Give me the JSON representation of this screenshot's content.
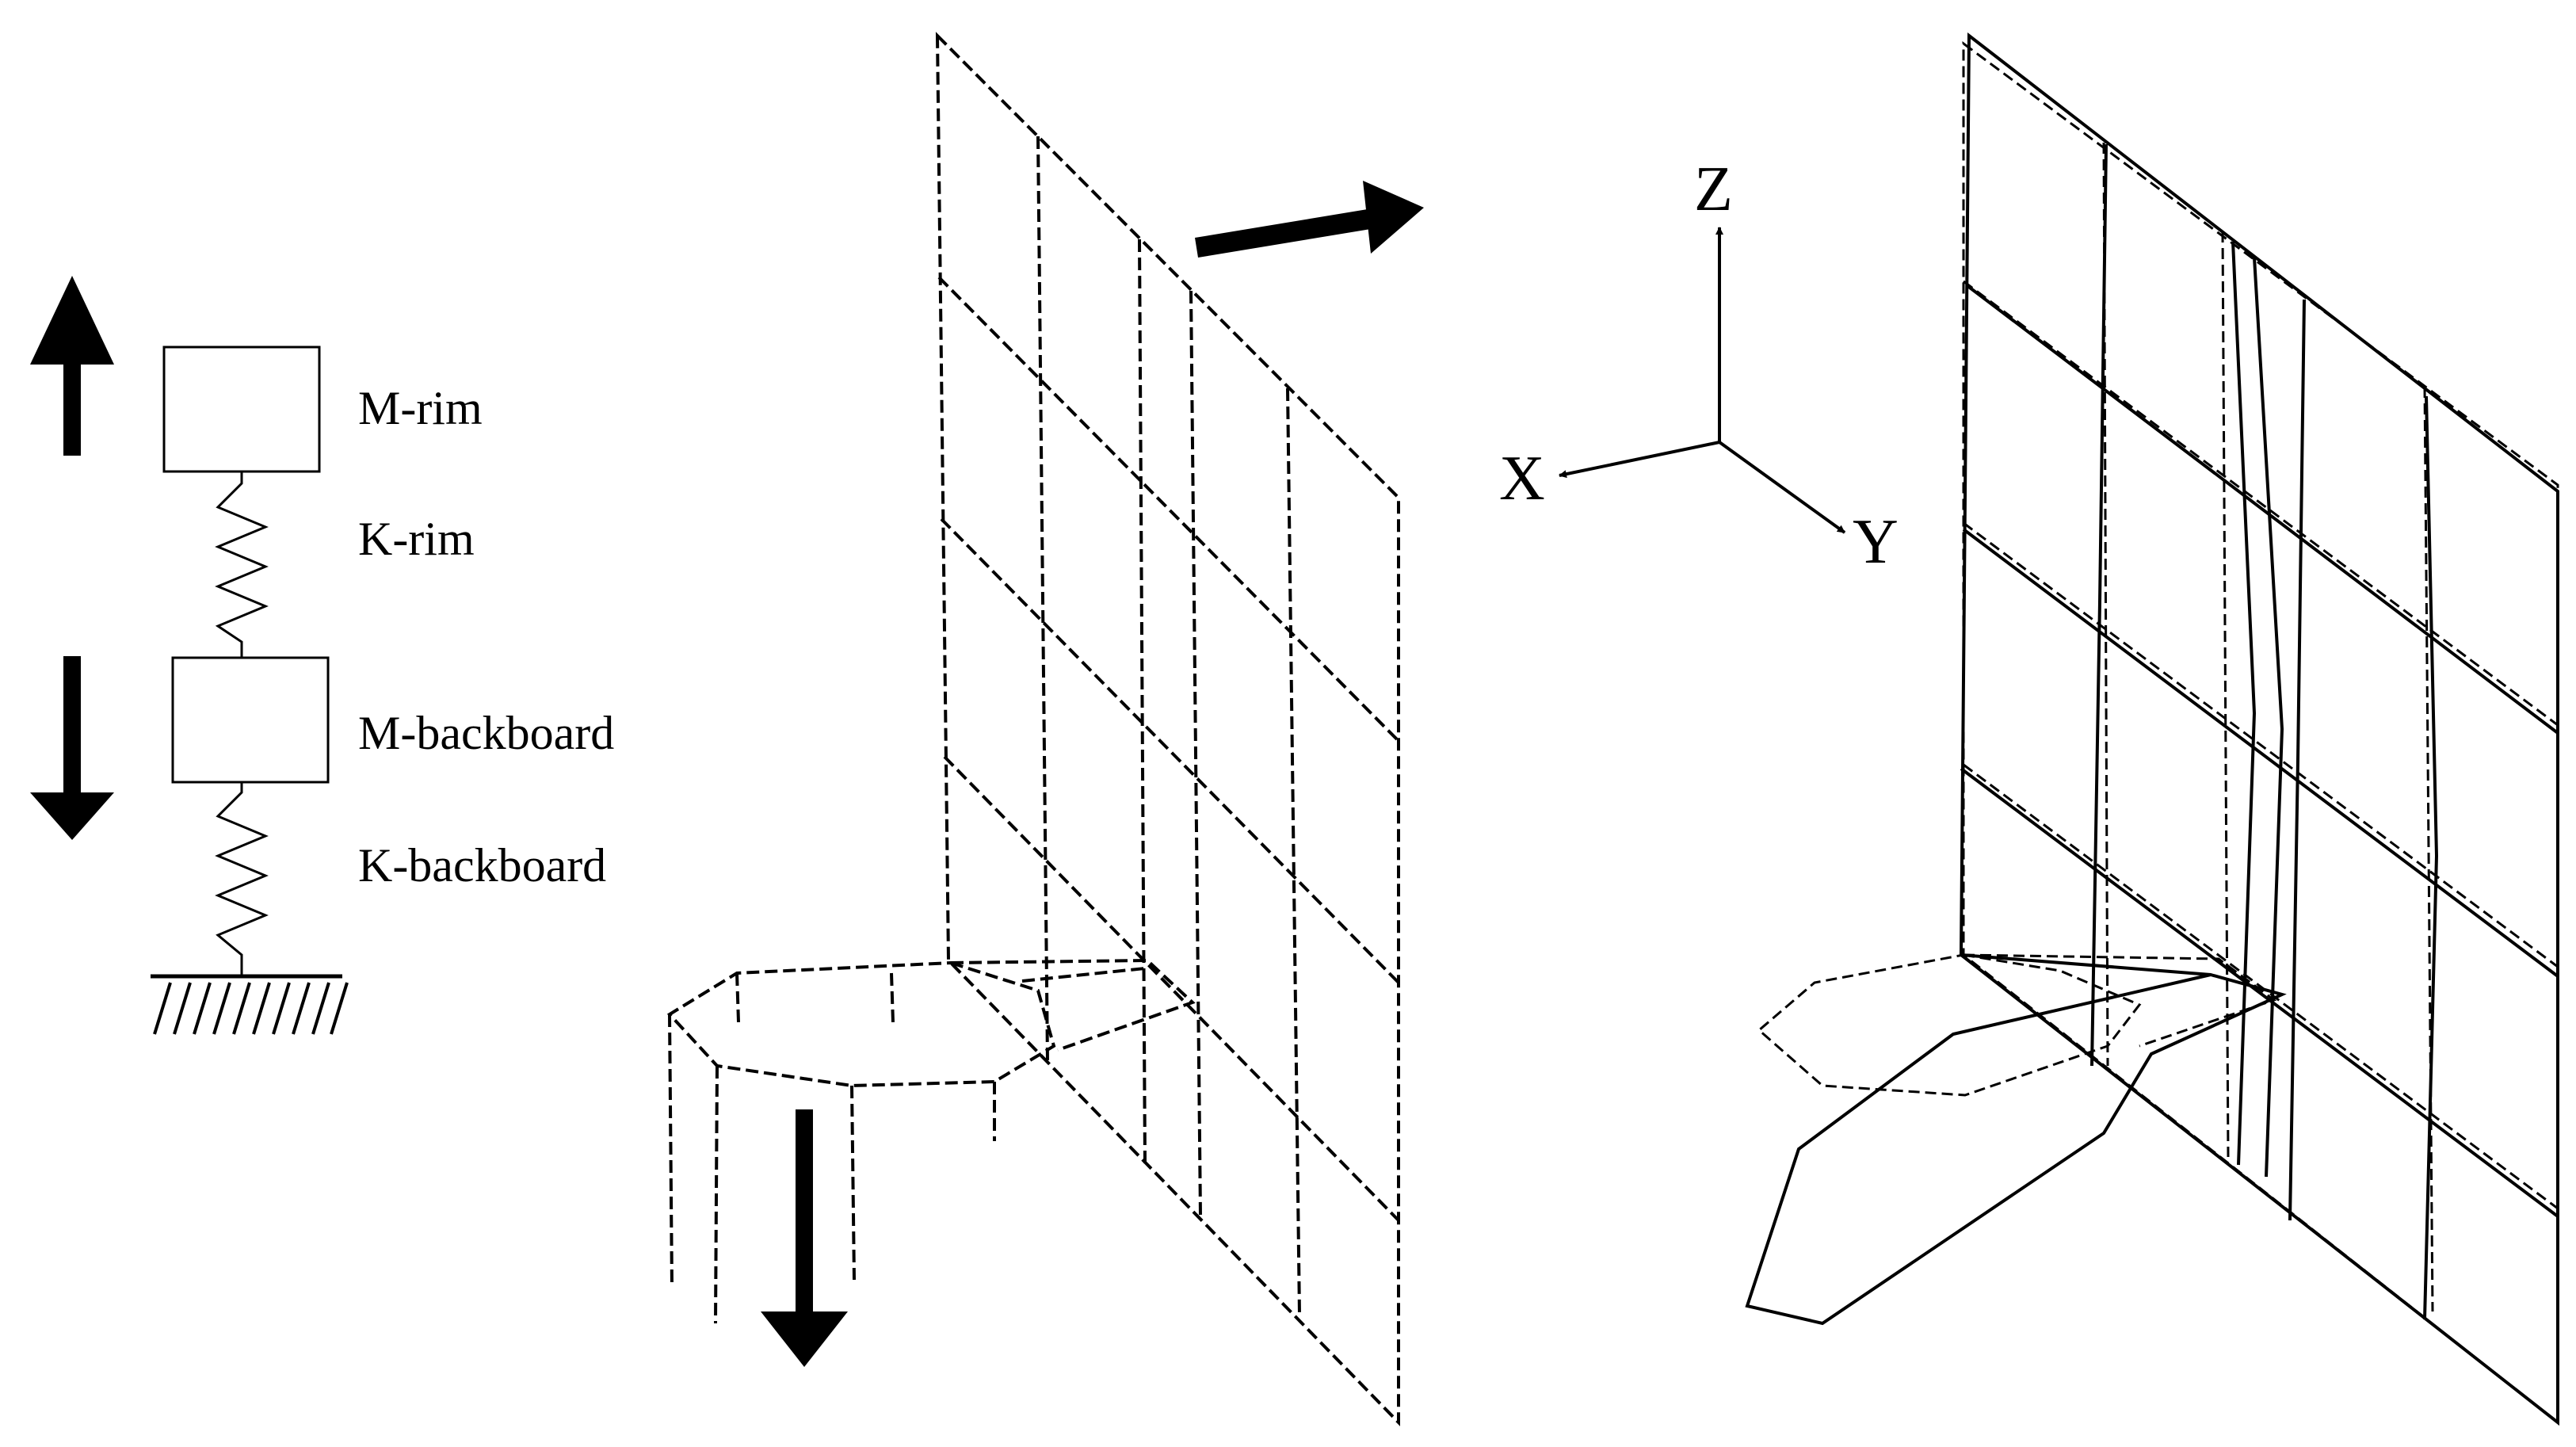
{
  "spring_mass_model": {
    "mass_rim_label": "M-rim",
    "spring_rim_label": "K-rim",
    "mass_backboard_label": "M-backboard",
    "spring_backboard_label": "K-backboard"
  },
  "axes": {
    "z_label": "Z",
    "x_label": "X",
    "y_label": "Y"
  },
  "views": [
    "undeformed-wireframe",
    "deformed-mode-shape"
  ],
  "colors": {
    "ink": "#000000",
    "background": "#ffffff"
  }
}
